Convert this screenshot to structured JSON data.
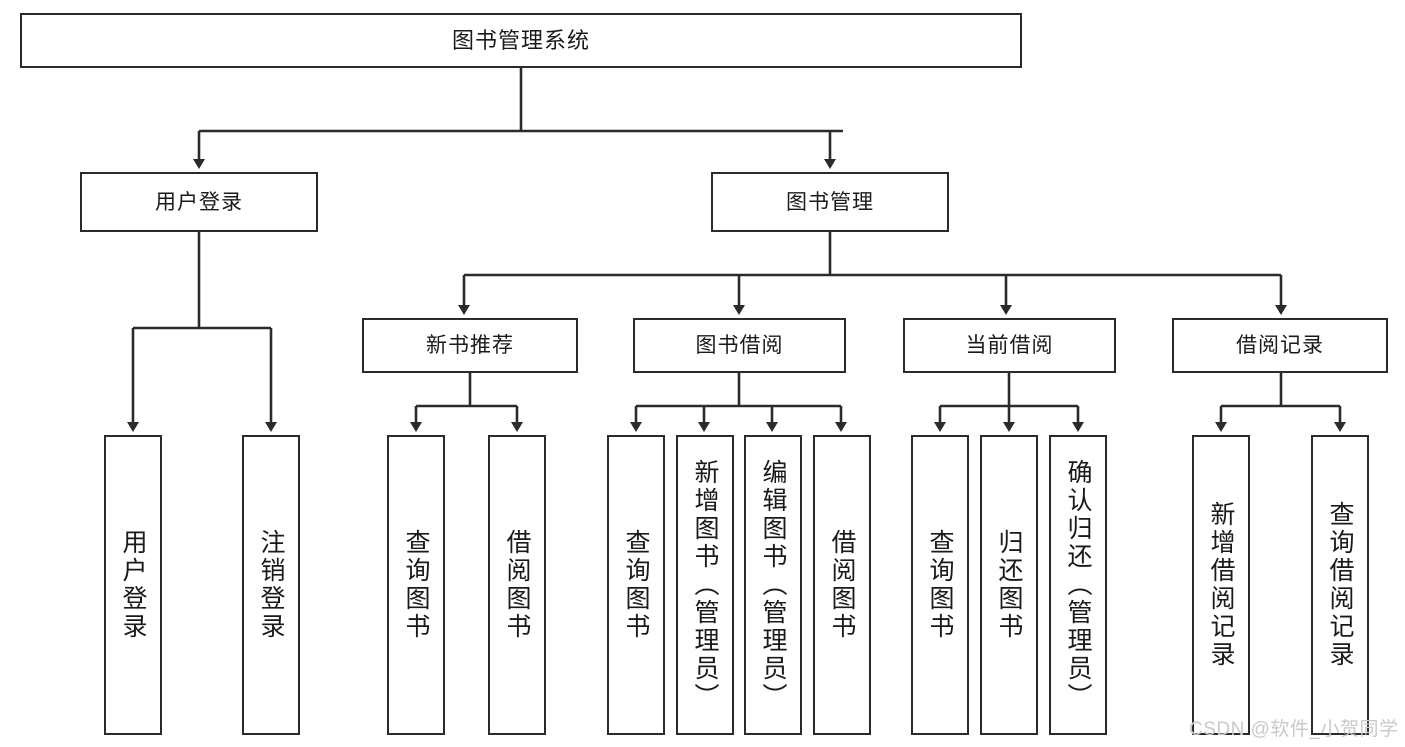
{
  "diagram": {
    "title": "图书管理系统",
    "type": "tree-hierarchy",
    "root": {
      "label": "图书管理系统"
    },
    "level2": [
      {
        "label": "用户登录"
      },
      {
        "label": "图书管理"
      }
    ],
    "level3": [
      {
        "label": "新书推荐"
      },
      {
        "label": "图书借阅"
      },
      {
        "label": "当前借阅"
      },
      {
        "label": "借阅记录"
      }
    ],
    "leaves": {
      "user_login": [
        {
          "label": "用户登录"
        },
        {
          "label": "注销登录"
        }
      ],
      "new_book_recommend": [
        {
          "label": "查询图书"
        },
        {
          "label": "借阅图书"
        }
      ],
      "book_borrow": [
        {
          "label": "查询图书"
        },
        {
          "label": "新增图书（管理员）"
        },
        {
          "label": "编辑图书（管理员）"
        },
        {
          "label": "借阅图书"
        }
      ],
      "current_borrow": [
        {
          "label": "查询图书"
        },
        {
          "label": "归还图书"
        },
        {
          "label": "确认归还（管理员）"
        }
      ],
      "borrow_record": [
        {
          "label": "新增借阅记录"
        },
        {
          "label": "查询借阅记录"
        }
      ]
    }
  },
  "watermark": {
    "text": "CSDN @软件_小贺同学"
  },
  "colors": {
    "stroke": "#2b2b2b",
    "fill": "#ffffff",
    "text": "#1a1a1a",
    "watermark": "#c9c9c9"
  }
}
